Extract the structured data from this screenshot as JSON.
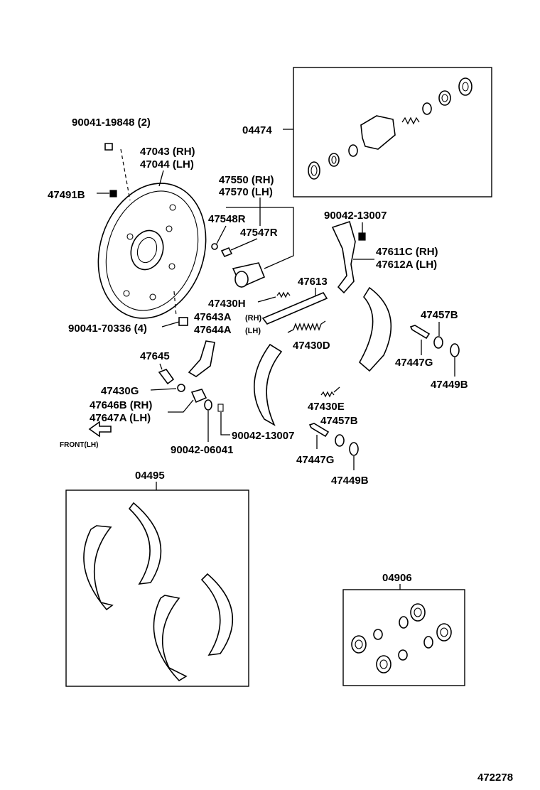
{
  "labels": {
    "p_04474": "04474",
    "p_90041_19848": "90041-19848 (2)",
    "p_47043": "47043 (RH)",
    "p_47044": "47044 (LH)",
    "p_47491B": "47491B",
    "p_47550": "47550 (RH)",
    "p_47570": "47570 (LH)",
    "p_47548R": "47548R",
    "p_47547R": "47547R",
    "p_90042_13007_top": "90042-13007",
    "p_47611C": "47611C (RH)",
    "p_47612A": "47612A (LH)",
    "p_47613": "47613",
    "p_47430H": "47430H",
    "p_90041_70336": "90041-70336 (4)",
    "p_47643A": "47643A",
    "p_47643A_side": "(RH)",
    "p_47644A": "47644A",
    "p_47644A_side": "(LH)",
    "p_47430D": "47430D",
    "p_47457B_top": "47457B",
    "p_47447G_top": "47447G",
    "p_47449B_top": "47449B",
    "p_47645": "47645",
    "p_47430G": "47430G",
    "p_47646B": "47646B (RH)",
    "p_47647A": "47647A (LH)",
    "p_front": "FRONT(LH)",
    "p_90042_13007_bot": "90042-13007",
    "p_90042_06041": "90042-06041",
    "p_47430E": "47430E",
    "p_47457B_bot": "47457B",
    "p_47447G_bot": "47447G",
    "p_47449B_bot": "47449B",
    "p_04495": "04495",
    "p_04906": "04906",
    "p_diagram_no": "472278"
  }
}
